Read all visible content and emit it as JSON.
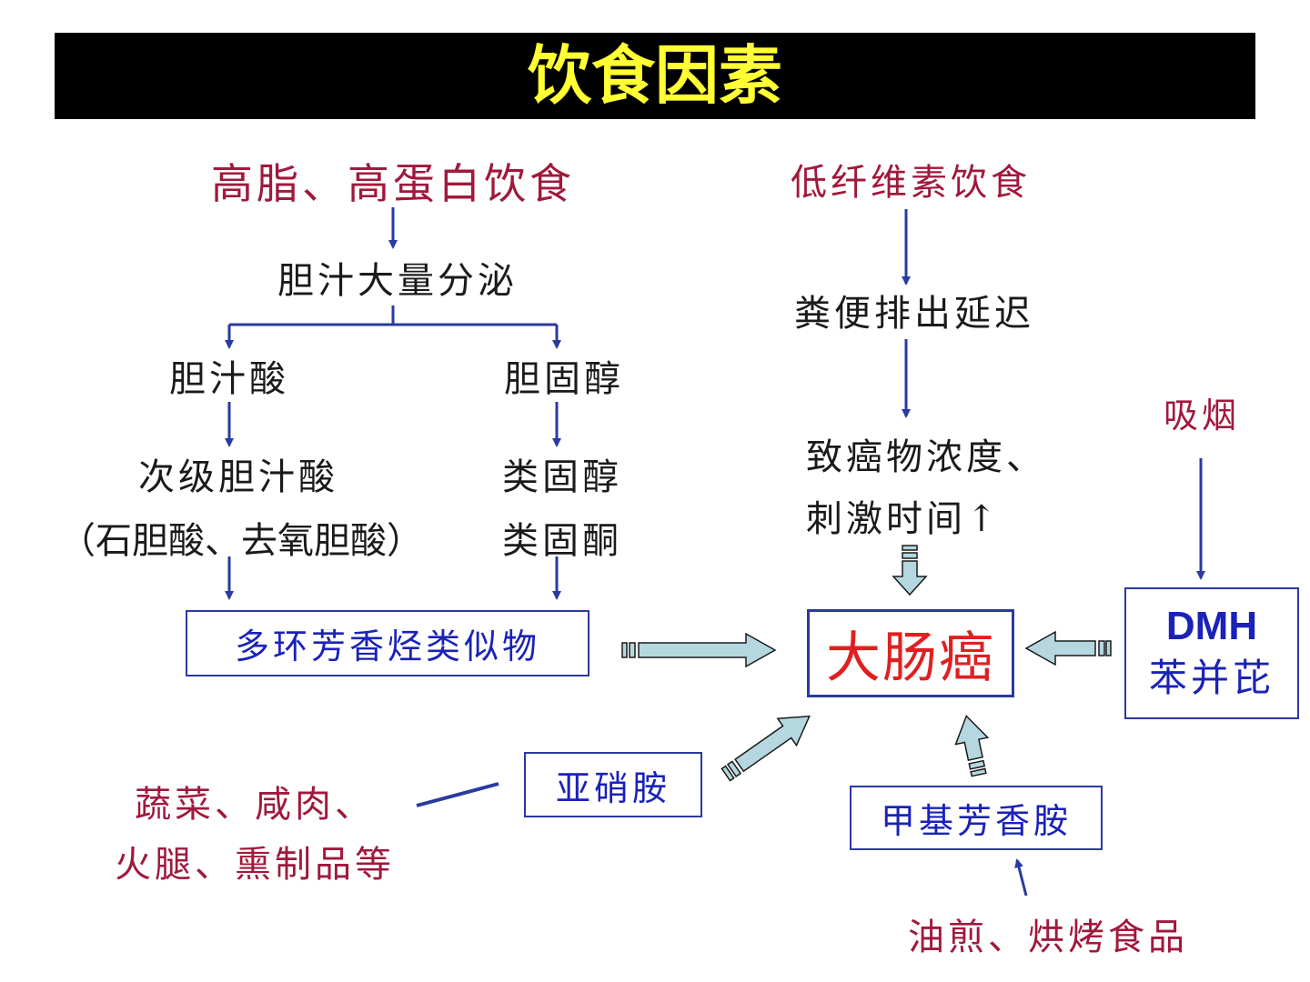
{
  "title": "饮食因素",
  "nodes": {
    "high_fat": "高脂、高蛋白饮食",
    "bile_secretion": "胆汁大量分泌",
    "bile_acid": "胆汁酸",
    "cholesterol": "胆固醇",
    "secondary_bile_acid": "次级胆汁酸",
    "bile_acid_examples": "（石胆酸、去氧胆酸）",
    "steroid_alcohol": "类固醇",
    "steroid_ketone": "类固酮",
    "pah": "多环芳香烃类似物",
    "low_fiber": "低纤维素饮食",
    "stool_delay": "粪便排出延迟",
    "carcinogen_line1": "致癌物浓度、",
    "carcinogen_line2": "刺激时间↑",
    "smoking": "吸烟",
    "dmh": "DMH",
    "benzopyrene": "苯并芘",
    "colon_cancer": "大肠癌",
    "nitrosamine": "亚硝胺",
    "vegetables_line1": "蔬菜、咸肉、",
    "vegetables_line2": "火腿、熏制品等",
    "methyl_amine": "甲基芳香胺",
    "fried_food": "油煎、烘烤食品"
  },
  "colors": {
    "title_bg": "#000000",
    "title_text": "#ffff33",
    "source_text": "#a0193c",
    "intermediate_text": "#1a1a1a",
    "box_text": "#1a22b8",
    "cancer_text": "#e02020",
    "arrow_line": "#2a3aa0",
    "block_arrow_fill": "#b5d8e0"
  }
}
